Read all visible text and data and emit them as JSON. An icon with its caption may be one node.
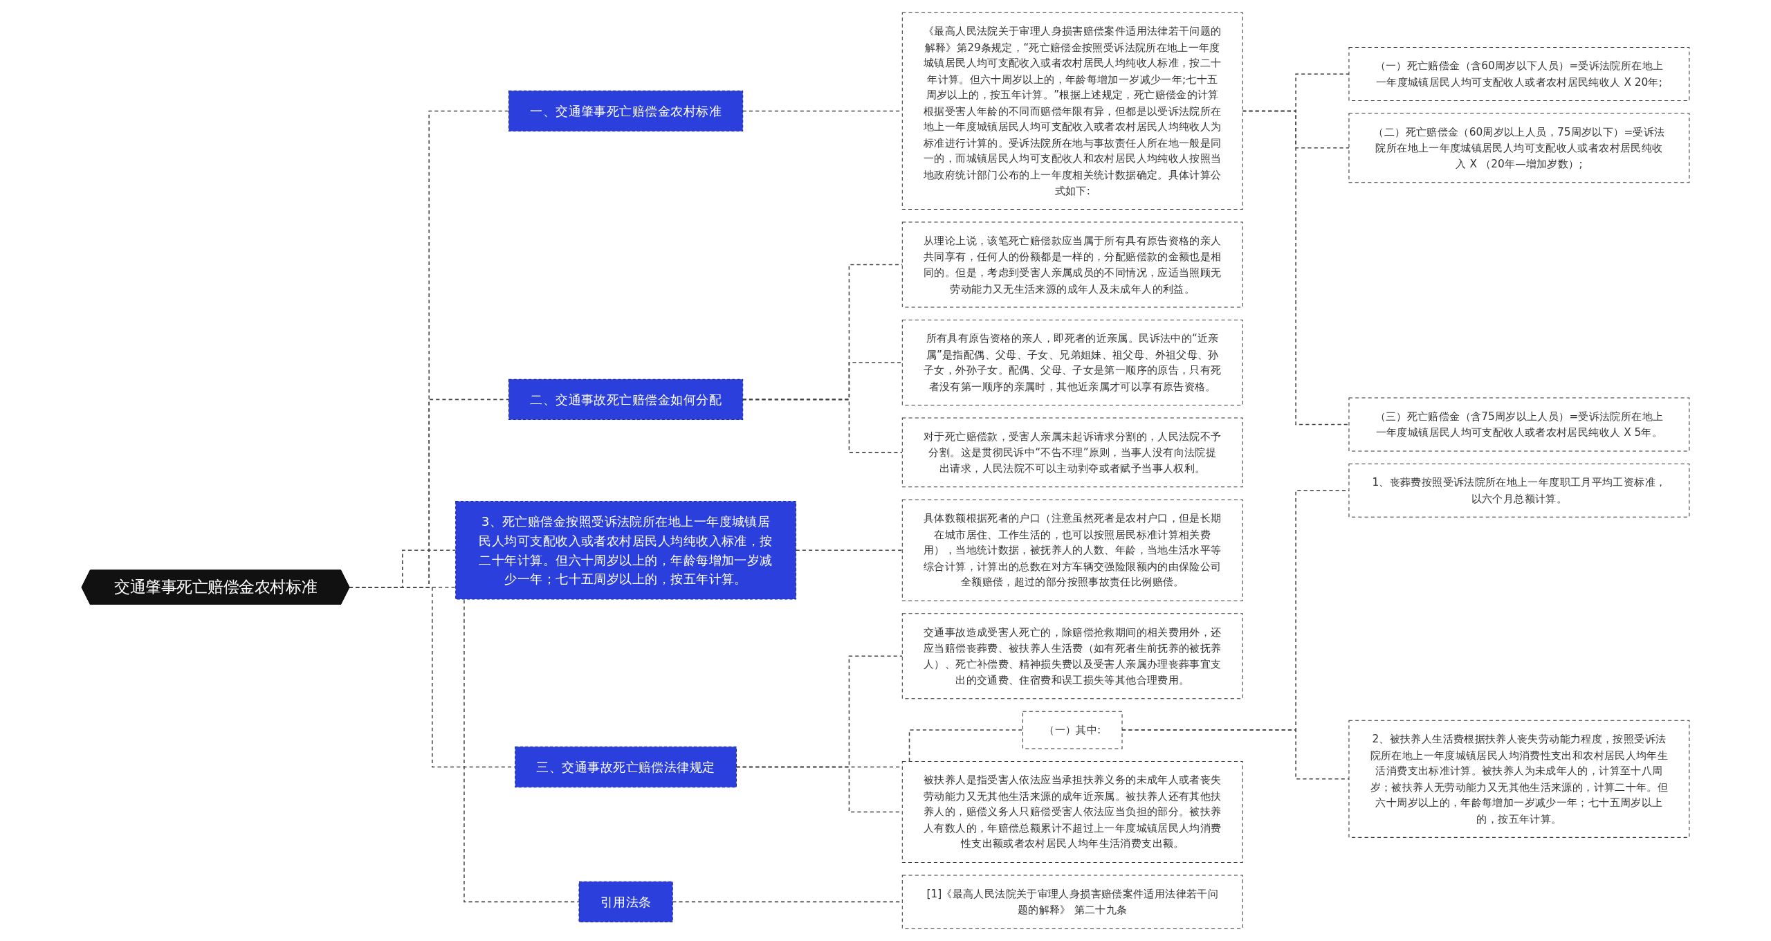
{
  "diagram": {
    "nodes": [
      {
        "text": [
          "交通肇事死亡赔偿金农村标准"
        ]
      },
      {
        "text": [
          "一、交通肇事死亡赔偿金农村标准"
        ]
      },
      {
        "text": [
          "《最高人民法院关于审理人身损害赔偿案件适用法律若干问题的解释》第29条规定，“死亡赔偿金按照受诉法院所在地上一年度城镇居民人均可支配收入或者农村居民人均纯收人标准，按二十年计算。但六十周岁以上的，年龄每增加一岁减少一年;七十五周岁以上的，按五年计算。”根据上述规定，死亡赔偿金的计算根据受害人年龄的不同而赔偿年限有异，但都是以受诉法院所在地上一年度城镇居民人均可支配收入或者农村居民人均纯收人为标准进行计算的。受诉法院所在地与事故责任人所在地一般是同一的，而城镇居民人均可支配收人和农村居民人均纯收人按照当地政府统计部门公布的上一年度相关统计数据确定。具体计算公式如下:"
        ]
      },
      {
        "text": [
          "（一）死亡赔偿金（含60周岁以下人员）=受诉法院所在地上一年度城镇居民人均可支配收人或者农村居民纯收人 X 20年;"
        ]
      },
      {
        "text": [
          "（二）死亡赔偿金（60周岁以上人员，75周岁以下）=受诉法院所在地上一年度城镇居民人均可支配收人或者农村居民纯收入 X （20年—增加岁数）;"
        ]
      },
      {
        "text": [
          "（三）死亡赔偿金（含75周岁以上人员）=受诉法院所在地上一年度城镇居民人均可支配收人或者农村居民纯收人 X 5年。"
        ]
      },
      {
        "text": [
          "二、交通事故死亡赔偿金如何分配"
        ]
      },
      {
        "text": [
          "从理论上说，该笔死亡赔偿款应当属于所有具有原告资格的亲人共同享有，任何人的份额都是一样的，分配赔偿款的金额也是相同的。但是，考虑到受害人亲属成员的不同情况，应适当照顾无劳动能力又无生活来源的成年人及未成年人的利益。"
        ]
      },
      {
        "text": [
          "所有具有原告资格的亲人，即死者的近亲属。民诉法中的“近亲属”是指配偶、父母、子女、兄弟姐妹、祖父母、外祖父母、孙子女，外孙子女。配偶、父母、子女是第一顺序的原告，只有死者没有第一顺序的亲属时，其他近亲属才可以享有原告资格。"
        ]
      },
      {
        "text": [
          "对于死亡赔偿款，受害人亲属未起诉请求分割的，人民法院不予分割。这是贯彻民诉中“不告不理”原则，当事人没有向法院提出请求，人民法院不可以主动剥夺或者赋予当事人权利。"
        ]
      },
      {
        "text": [
          "3、死亡赔偿金按照受诉法院所在地上一年度城镇居民人均可支配收入或者农村居民人均纯收入标准，按二十年计算。但六十周岁以上的，年龄每增加一岁减少一年；七十五周岁以上的，按五年计算。"
        ]
      },
      {
        "text": [
          "具体数额根据死者的户口（注意虽然死者是农村户口，但是长期在城市居住、工作生活的，也可以按照居民标准计算相关费用），当地统计数据，被抚养人的人数、年龄，当地生活水平等综合计算，计算出的总数在对方车辆交强险限额内的由保险公司全额赔偿，超过的部分按照事故责任比例赔偿。"
        ]
      },
      {
        "text": [
          "三、交通事故死亡赔偿法律规定"
        ]
      },
      {
        "text": [
          "交通事故造成受害人死亡的，除赔偿抢救期间的相关费用外，还应当赔偿丧葬费、被扶养人生活费（如有死者生前抚养的被抚养人）、死亡补偿费、精神损失费以及受害人亲属办理丧葬事宜支出的交通费、住宿费和误工损失等其他合理费用。"
        ]
      },
      {
        "text": [
          "（一）其中:"
        ]
      },
      {
        "text": [
          "1、丧葬费按照受诉法院所在地上一年度职工月平均工资标准，以六个月总额计算。"
        ]
      },
      {
        "text": [
          "2、被扶养人生活费根据扶养人丧失劳动能力程度，按照受诉法院所在地上一年度城镇居民人均消费性支出和农村居民人均年生活消费支出标准计算。被扶养人为未成年人的，计算至十八周岁；被扶养人无劳动能力又无其他生活来源的，计算二十年。但六十周岁以上的，年龄每增加一岁减少一年；七十五周岁以上的，按五年计算。"
        ]
      },
      {
        "text": [
          "被扶养人是指受害人依法应当承担扶养义务的未成年人或者丧失劳动能力又无其他生活来源的成年近亲属。被扶养人还有其他扶养人的，赔偿义务人只赔偿受害人依法应当负担的部分。被扶养人有数人的，年赔偿总额累计不超过上一年度城镇居民人均消费性支出额或者农村居民人均年生活消费支出额。"
        ]
      },
      {
        "text": [
          "引用法条"
        ]
      },
      {
        "text": [
          "[1]《最高人民法院关于审理人身损害赔偿案件适用法律若干问题的解释》 第二十九条"
        ]
      }
    ],
    "edges": [
      {
        "from": 0,
        "to": 1,
        "arrow": "none"
      },
      {
        "from": 1,
        "to": 2,
        "arrow": "none"
      },
      {
        "from": 2,
        "to": 3,
        "arrow": "none"
      },
      {
        "from": 2,
        "to": 4,
        "arrow": "none"
      },
      {
        "from": 2,
        "to": 5,
        "arrow": "none"
      },
      {
        "from": 0,
        "to": 6,
        "arrow": "none"
      },
      {
        "from": 6,
        "to": 7,
        "arrow": "none"
      },
      {
        "from": 6,
        "to": 8,
        "arrow": "none"
      },
      {
        "from": 6,
        "to": 9,
        "arrow": "none"
      },
      {
        "from": 0,
        "to": 10,
        "arrow": "none"
      },
      {
        "from": 10,
        "to": 11,
        "arrow": "none"
      },
      {
        "from": 0,
        "to": 12,
        "arrow": "none"
      },
      {
        "from": 12,
        "to": 13,
        "arrow": "none"
      },
      {
        "from": 12,
        "to": 14,
        "arrow": "none"
      },
      {
        "from": 14,
        "to": 15,
        "arrow": "none"
      },
      {
        "from": 14,
        "to": 16,
        "arrow": "none"
      },
      {
        "from": 12,
        "to": 17,
        "arrow": "none"
      },
      {
        "from": 0,
        "to": 18,
        "arrow": "none"
      },
      {
        "from": 18,
        "to": 19,
        "arrow": "none"
      }
    ]
  }
}
